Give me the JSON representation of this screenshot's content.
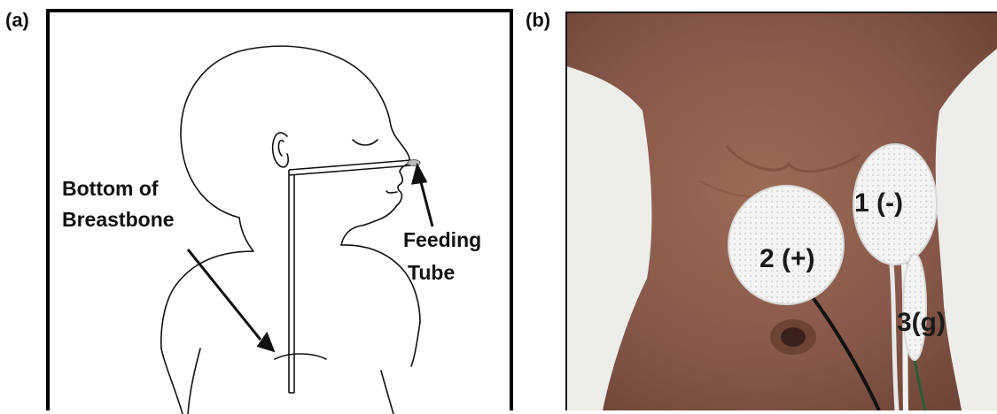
{
  "panels": {
    "a": {
      "letter": "(a)",
      "labels": {
        "bottom_of_breastbone_line1": "Bottom of",
        "bottom_of_breastbone_line2": "Breastbone",
        "feeding_tube_line1": "Feeding",
        "feeding_tube_line2": "Tube"
      }
    },
    "b": {
      "letter": "(b)",
      "electrodes": {
        "electrode_1": "1 (-)",
        "electrode_2": "2 (+)",
        "electrode_3": "3(g)"
      }
    }
  },
  "colors": {
    "line": "#111111",
    "skin": "#8a5a47",
    "background_sheet": "#ededea",
    "electrode": "#f4f4f2"
  }
}
